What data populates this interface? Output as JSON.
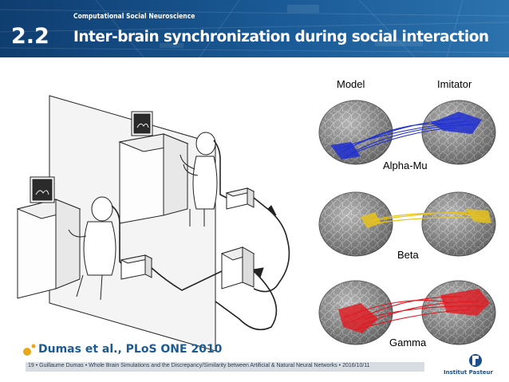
{
  "header": {
    "section_number": "2.2",
    "subtitle": "Computational Social Neuroscience",
    "title": "Inter-brain synchronization during social interaction"
  },
  "figure": {
    "column_labels": [
      "Model",
      "Imitator"
    ],
    "band_labels": [
      "Alpha-Mu",
      "Beta",
      "Gamma"
    ],
    "band_colors": [
      "#1f2fd0",
      "#e8c21c",
      "#e0181f"
    ]
  },
  "citation": "Dumas et al., PLoS ONE 2010",
  "footer": {
    "text": "19 • Guillaume Dumas • Whole Brain Simulations and the Discrepancy/Similarity between Artificial & Natural Neural Networks • 2016/10/11"
  },
  "logo": {
    "name": "Institut Pasteur"
  },
  "colors": {
    "banner": "#1a5a96",
    "accent": "#1c5b92",
    "footer_bg": "#d8dde4"
  }
}
